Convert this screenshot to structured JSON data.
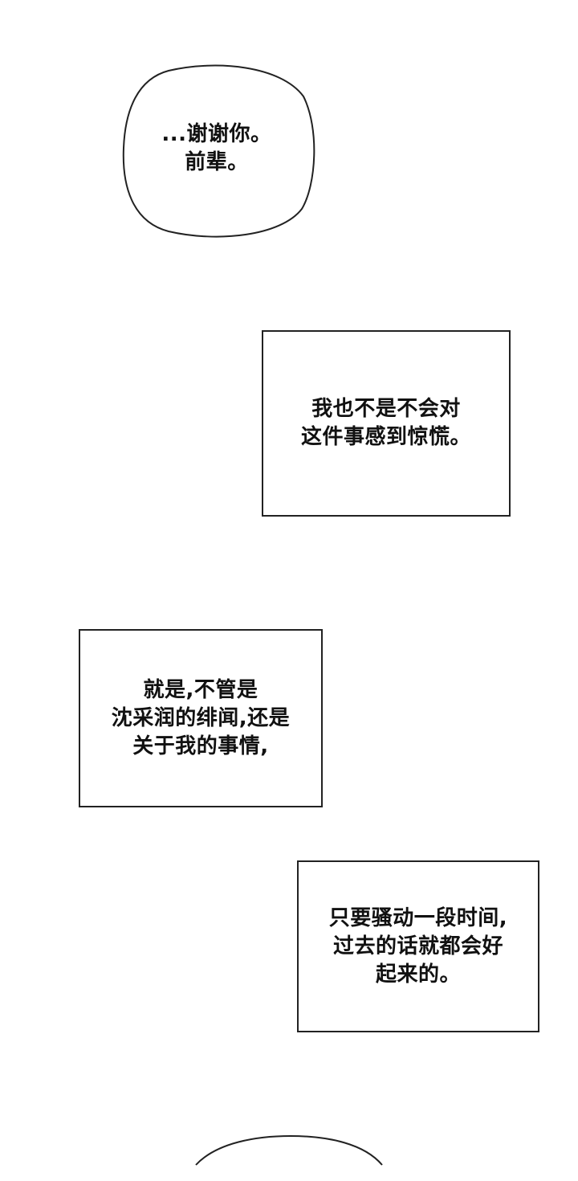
{
  "panels": {
    "speech_bubble_top": {
      "lines": [
        "...谢谢你。",
        "前辈。"
      ]
    },
    "caption_box_1": {
      "lines": [
        "我也不是不会对",
        "这件事感到惊慌。"
      ]
    },
    "caption_box_2": {
      "lines": [
        "就是,不管是",
        "沈采润的绯闻,还是",
        "关于我的事情,"
      ]
    },
    "caption_box_3": {
      "lines": [
        "只要骚动一段时间,",
        "过去的话就都会好",
        "起来的。"
      ]
    }
  },
  "colors": {
    "background": "#ffffff",
    "ink": "#111111",
    "border": "#222222"
  }
}
